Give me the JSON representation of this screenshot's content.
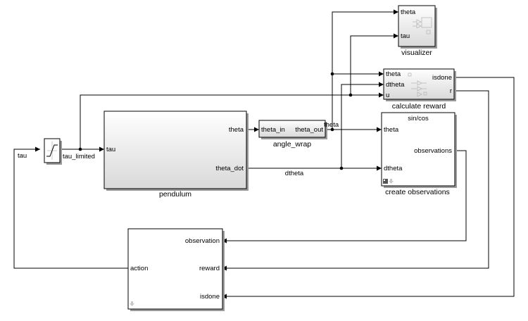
{
  "blocks": {
    "pendulum": {
      "name": "pendulum",
      "in_ports": [
        "tau"
      ],
      "out_ports": [
        "theta",
        "theta_dot"
      ]
    },
    "angle_wrap": {
      "name": "angle_wrap",
      "in_ports": [
        "theta_in"
      ],
      "out_ports": [
        "theta_out"
      ]
    },
    "visualizer": {
      "name": "visualizer",
      "in_ports": [
        "theta",
        "tau"
      ]
    },
    "calculate_reward": {
      "name": "calculate reward",
      "in_ports": [
        "theta",
        "dtheta",
        "u"
      ],
      "out_ports": [
        "isdone",
        "r"
      ]
    },
    "create_observations": {
      "name": "create observations",
      "title": "sin/cos",
      "in_ports": [
        "theta",
        "dtheta"
      ],
      "out_ports": [
        "observations"
      ]
    },
    "agent": {
      "in_ports": [
        "observation",
        "reward",
        "isdone"
      ],
      "out_ports": [
        "action"
      ]
    },
    "saturation": {
      "name": ""
    }
  },
  "signals": {
    "tau": "tau",
    "tau_limited": "tau_limited",
    "theta": "theta",
    "dtheta": "dtheta"
  }
}
